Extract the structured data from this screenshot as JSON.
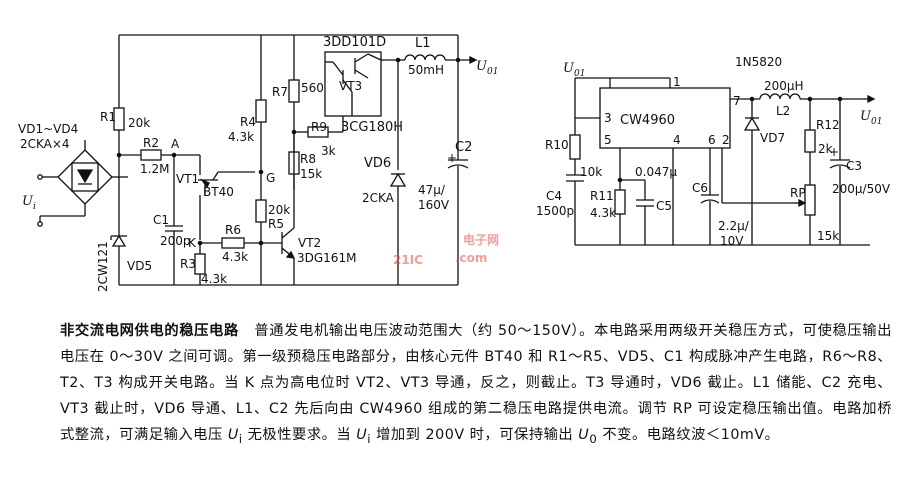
{
  "circuit1": {
    "labels": {
      "vd1_vd4": "VD1~VD4",
      "bridge_part": "2CKA×4",
      "r1": "R1",
      "r1_val": "20k",
      "r2": "R2",
      "r2_val": "1.2M",
      "node_a": "A",
      "vt1": "VT1",
      "bt40": "BT40",
      "node_g": "G",
      "ui": "U",
      "ui_sub": "i",
      "c1": "C1",
      "c1_val": "200p",
      "node_k": "K",
      "vd5": "VD5",
      "zener": "2CW121",
      "r3": "R3",
      "r3_val": "4.3k",
      "r6": "R6",
      "r6_val": "4.3k",
      "r4": "R4",
      "r4_val": "4.3k",
      "r7": "R7",
      "r7_val": "560",
      "r5": "R5",
      "r5_val": "20k",
      "vt2": "VT2",
      "vt2_part": "3DG161M",
      "r8": "R8",
      "r8_val": "15k",
      "r9": "R9",
      "r9_val": "3k",
      "vt3": "VT3",
      "t_top": "3DD101D",
      "t_bot": "3CG180H",
      "l1": "L1",
      "l1_val": "50mH",
      "u01": "U",
      "u01_sub": "01",
      "vd6": "VD6",
      "vd6_part": "2CKA",
      "c2": "C2",
      "c2_val": "47μ/",
      "c2_v": "160V"
    }
  },
  "circuit2": {
    "labels": {
      "u01": "U",
      "u01_sub": "01",
      "part_diode": "1N5820",
      "ic": "CW4960",
      "pin1": "1",
      "pin3": "3",
      "pin5": "5",
      "pin4": "4",
      "pin6": "6",
      "pin2": "2",
      "pin7": "7",
      "l2_val": "200μH",
      "l2": "L2",
      "vd7": "VD7",
      "r12": "R12",
      "r12_val": "2k",
      "c3": "C3",
      "c3_val": "200μ/50V",
      "r10": "R10",
      "r10_val": "10k",
      "c4": "C4",
      "c4_val": "1500p",
      "r11": "R11",
      "r11_val": "4.3k",
      "c5_val": "0.047μ",
      "c5": "C5",
      "c6": "C6",
      "c6_val": "2.2μ/",
      "c6_v": "10V",
      "rp": "RP",
      "rp_val": "15k",
      "uo": "U",
      "uo_sub": "01"
    }
  },
  "watermark": {
    "main": "21IC",
    "sub": "电子网",
    "dotcom": ".com"
  },
  "caption": {
    "title": "非交流电网供电的稳压电路",
    "body": "普通发电机输出电压波动范围大（约 50～150V）。本电路采用两级开关稳压方式，可使稳压输出电压在 0～30V 之间可调。第一级预稳压电路部分，由核心元件 BT40 和 R1～R5、VD5、C1 构成脉冲产生电路，R6～R8、T2、T3 构成开关电路。当 K 点为高电位时 VT2、VT3 导通，反之，则截止。T3 导通时，VD6 截止。L1 储能、C2 充电、VT3 截止时，VD6 导通、L1、C2 先后向由 CW4960 组成的第二稳压电路提供电流。调节 RP 可设定稳压输出值。电路加桥式整流，可满足输入电压 ",
    "ui_1": "U",
    "ui_1_sub": "i",
    "body2": " 无极性要求。当 ",
    "ui_2": "U",
    "ui_2_sub": "i",
    "body3": " 增加到 200V 时，可保持输出 ",
    "u0": "U",
    "u0_sub": "0",
    "body4": " 不变。电路纹波＜10mV。"
  }
}
